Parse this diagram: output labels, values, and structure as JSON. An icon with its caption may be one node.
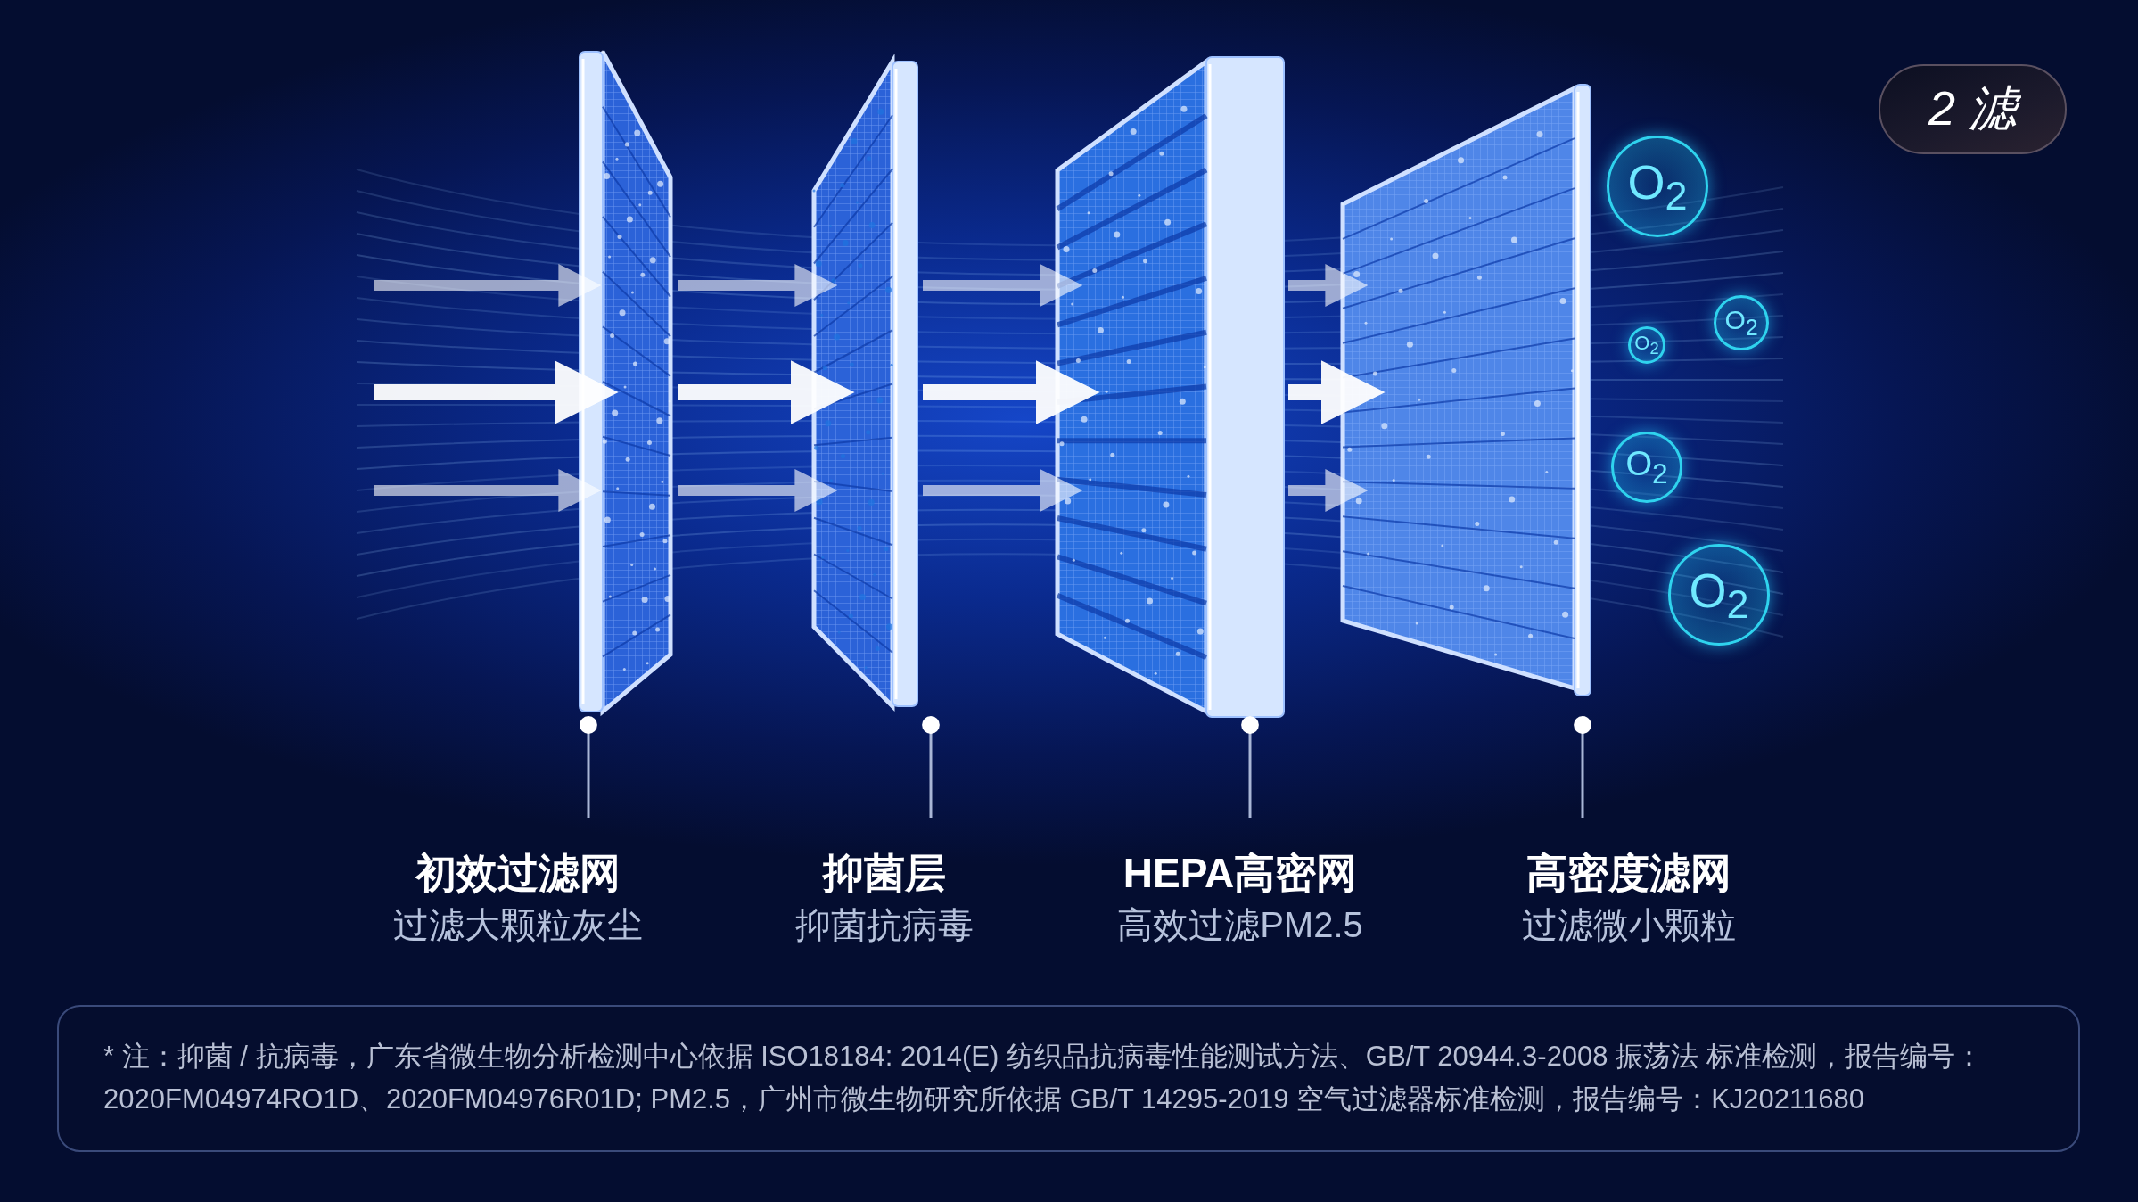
{
  "diagram": {
    "nodes": [
      {
        "text": [],
        "shape": "picture"
      },
      {
        "text": [],
        "shape": "picture"
      },
      {
        "text": [],
        "shape": "picture"
      },
      {
        "text": [],
        "shape": "picture"
      },
      {
        "text": [
          "O$_{2}$"
        ]
      },
      {
        "text": [
          "O$_{2}$"
        ]
      },
      {
        "text": [
          "O$_{2}$"
        ]
      },
      {
        "text": [
          "O$_{2}$"
        ]
      },
      {
        "text": [
          "O$_{2}$"
        ]
      },
      {
        "text": [
          "2 滤"
        ]
      },
      {
        "text": [
          "初效过滤网",
          "过滤大颗粒灰尘"
        ]
      },
      {
        "text": [
          "抑菌层",
          "抑菌抗病毒"
        ]
      },
      {
        "text": [
          "HEPA高密网",
          "高效过滤PM2.5"
        ]
      },
      {
        "text": [
          "高密度滤网",
          "过滤微小颗粒"
        ]
      },
      {
        "text": [
          "* 注：抑菌 / 抗病毒，广东省微生物分析检测中心依据 ISO18184: 2014(E) 纺织品抗病毒性能测试方法、GB/T 20944.3-2008 振荡法  标准检测，报告编号：2020FM04974RO1D、2020FM04976R01D; PM2.5，广州市微生物研究所依据 GB/T 14295-2019 空气过滤器标准检测，报告编号：KJ20211680"
        ]
      }
    ],
    "edges": [
      {
        "from": 10,
        "to": 0,
        "arrow": "other"
      },
      {
        "from": 11,
        "to": 1,
        "arrow": "other"
      },
      {
        "from": 12,
        "to": 2,
        "arrow": "other"
      },
      {
        "from": 13,
        "to": 3,
        "arrow": "other"
      },
      {
        "from": null,
        "to": 0,
        "arrow": "to"
      },
      {
        "from": null,
        "to": 0,
        "arrow": "to"
      },
      {
        "from": null,
        "to": 0,
        "arrow": "to"
      },
      {
        "from": 0,
        "to": 1,
        "arrow": "to"
      },
      {
        "from": 0,
        "to": 1,
        "arrow": "to"
      },
      {
        "from": 0,
        "to": 1,
        "arrow": "to"
      },
      {
        "from": 1,
        "to": 2,
        "arrow": "to"
      },
      {
        "from": 1,
        "to": 2,
        "arrow": "to"
      },
      {
        "from": 1,
        "to": 2,
        "arrow": "to"
      },
      {
        "from": 2,
        "to": 3,
        "arrow": "to"
      },
      {
        "from": 2,
        "to": 3,
        "arrow": "to"
      },
      {
        "from": 2,
        "to": 3,
        "arrow": "to"
      }
    ]
  }
}
